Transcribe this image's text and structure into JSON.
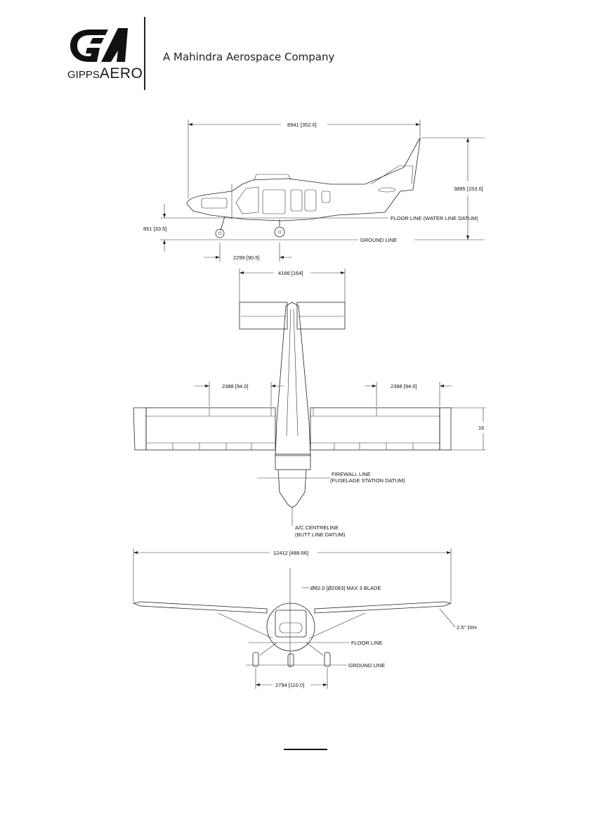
{
  "brand": {
    "logo_text_gipps": "GIPPS",
    "logo_text_aero": "AERO",
    "tagline": "A Mahindra Aerospace Company"
  },
  "side_view": {
    "overall_length": "8941 [352.0]",
    "overall_height": "3885 [153.0]",
    "floor_height": "851 [33.5]",
    "wheelbase": "2299 [90.5]",
    "floor_line": "FLOOR LINE (WATER LINE DATUM)",
    "ground_line": "GROUND LINE"
  },
  "top_view": {
    "tailplane_span": "4166 [164]",
    "left_dim": "2388 [94.0]",
    "right_dim": "2388 [94.0]",
    "chord_dim": "16",
    "firewall_line_1": "FIREWALL LINE",
    "firewall_line_2": "(FUSELAGE STATION DATUM)",
    "centreline_1": "A/C CENTRELINE",
    "centreline_2": "(BUTT LINE DATUM)"
  },
  "front_view": {
    "wingspan": "12412 [488.66]",
    "prop": "Ø82.0 [Ø2083] MAX 3 BLADE",
    "dihedral": "2.5° DIH",
    "floor_line": "FLOOR LINE",
    "ground_line": "GROUND LINE",
    "track": "2794 [110.0]"
  }
}
